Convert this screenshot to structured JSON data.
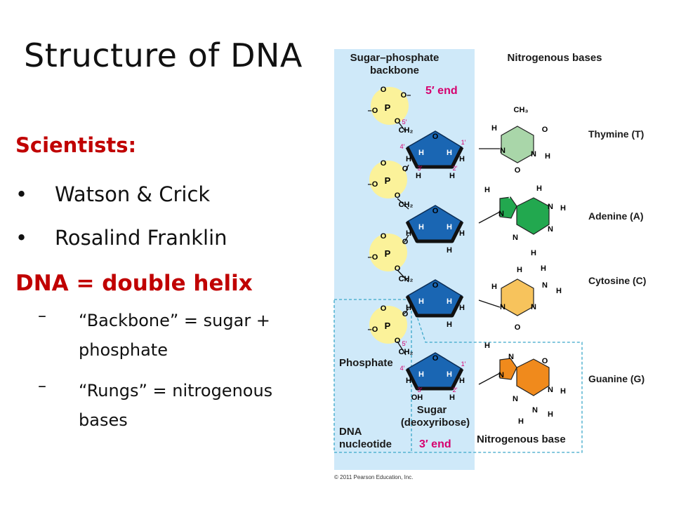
{
  "slide": {
    "title": "Structure of DNA",
    "scientists_heading": "Scientists:",
    "bullets": [
      {
        "symbol": "•",
        "text": "Watson & Crick"
      },
      {
        "symbol": "•",
        "text": "Rosalind Franklin"
      }
    ],
    "dna_heading": "DNA = double helix",
    "subpoints": [
      {
        "symbol": "–",
        "text": "“Backbone” = sugar + phosphate"
      },
      {
        "symbol": "–",
        "text": "“Rungs” = nitrogenous bases"
      }
    ]
  },
  "diagram": {
    "backbone_header_1": "Sugar–phosphate",
    "backbone_header_2": "backbone",
    "bases_header": "Nitrogenous bases",
    "end_5": "5′ end",
    "end_3": "3′ end",
    "phosphate_label": "Phosphate",
    "sugar_label_1": "Sugar",
    "sugar_label_2": "(deoxyribose)",
    "nucleotide_label_1": "DNA",
    "nucleotide_label_2": "nucleotide",
    "nitrogenous_base_label": "Nitrogenous base",
    "copyright": "© 2011 Pearson Education, Inc.",
    "bases": [
      {
        "name": "Thymine (T)",
        "color": "#a9d6a9"
      },
      {
        "name": "Adenine (A)",
        "color": "#22a84f"
      },
      {
        "name": "Cytosine (C)",
        "color": "#f7c35c"
      },
      {
        "name": "Guanine (G)",
        "color": "#f08a1c"
      }
    ],
    "colors": {
      "backbone_band": "#cfe9f9",
      "phosphate": "#fbf29a",
      "sugar": "#1a66b3"
    },
    "atoms": {
      "P": "P",
      "O": "O",
      "O_minus": "–O",
      "O_minus_r": "O–",
      "H": "H",
      "N": "N",
      "CH2": "CH₂",
      "CH3": "CH₃",
      "OH": "OH",
      "p5": "5′",
      "p4": "4′",
      "p3": "3′",
      "p2": "2′",
      "p1": "1′"
    }
  }
}
